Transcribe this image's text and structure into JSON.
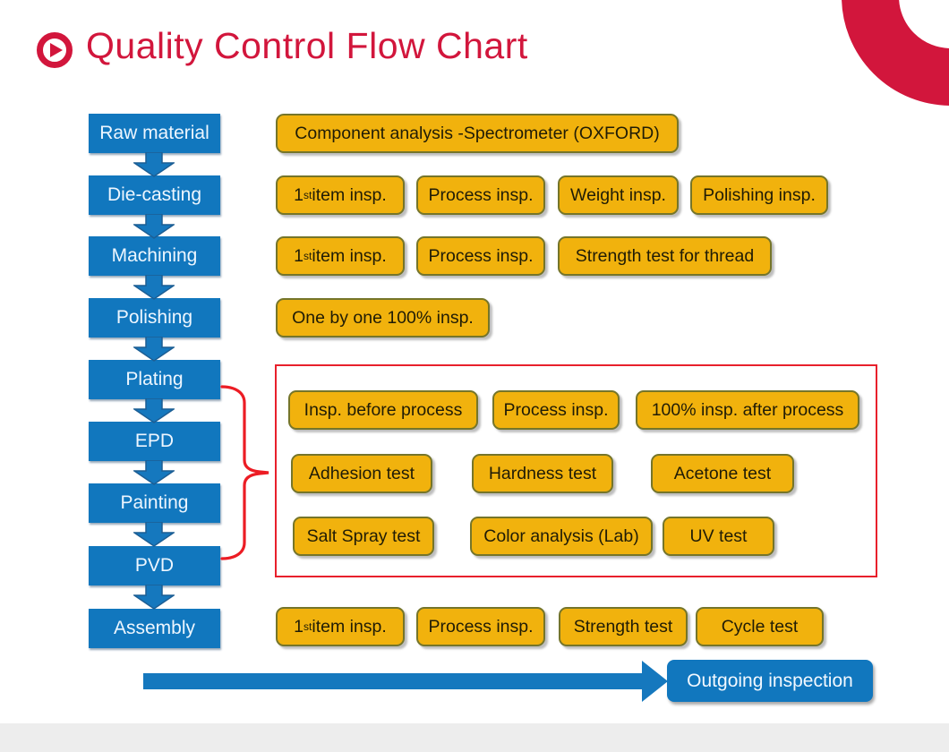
{
  "title": "Quality Control Flow Chart",
  "process_steps": [
    "Raw material",
    "Die-casting",
    "Machining",
    "Polishing",
    "Plating",
    "EPD",
    "Painting",
    "PVD",
    "Assembly"
  ],
  "inspections": {
    "raw_material": [
      "Component analysis -Spectrometer (OXFORD)"
    ],
    "die_casting": [
      {
        "num": "1",
        "sup": "st",
        "rest": " item insp."
      },
      "Process insp.",
      "Weight insp.",
      "Polishing insp."
    ],
    "machining": [
      {
        "num": "1",
        "sup": "st",
        "rest": " item insp."
      },
      "Process insp.",
      "Strength test for thread"
    ],
    "polishing": [
      "One by one 100% insp."
    ],
    "surface_treatment_tests": [
      [
        "Insp. before process",
        "Process insp.",
        "100% insp. after process"
      ],
      [
        "Adhesion test",
        "Hardness test",
        "Acetone test"
      ],
      [
        "Salt Spray test",
        "Color analysis (Lab)",
        "UV test"
      ]
    ],
    "assembly": [
      {
        "num": "1",
        "sup": "st",
        "rest": " item insp."
      },
      "Process insp.",
      "Strength test",
      "Cycle test"
    ]
  },
  "outgoing_label": "Outgoing inspection",
  "colors": {
    "accent_red": "#D2163C",
    "bracket_red": "#EC1C24",
    "process_blue": "#1177BE",
    "inspection_yellow": "#F1B20D",
    "footer_gray": "#EDEDED"
  }
}
